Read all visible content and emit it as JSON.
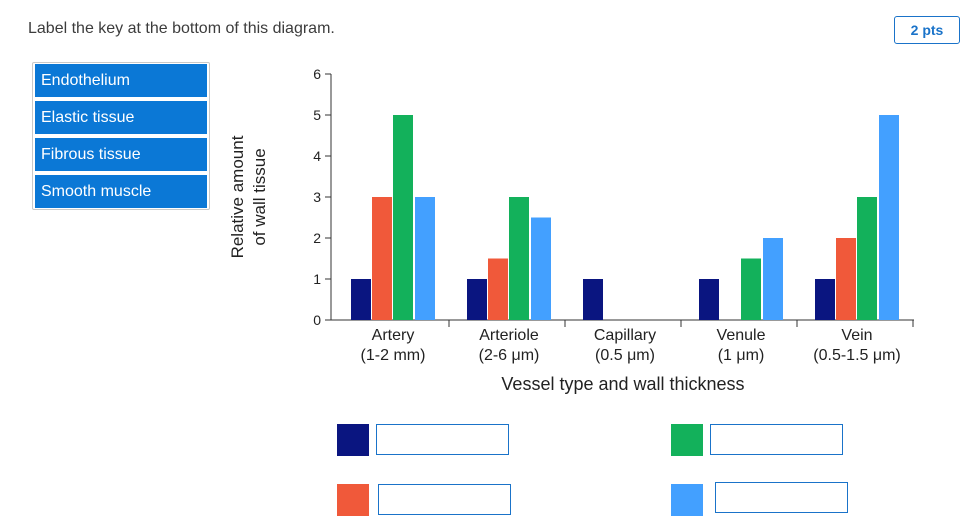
{
  "question": "Label the key at the bottom of this diagram.",
  "points": "2 pts",
  "labels": [
    "Endothelium",
    "Elastic tissue",
    "Fibrous tissue",
    "Smooth muscle"
  ],
  "colors": {
    "navy": "#0a1580",
    "red": "#f0593a",
    "green": "#13b15b",
    "blue": "#43a0ff",
    "accent": "#0b78d6"
  },
  "chart_data": {
    "type": "bar",
    "xlabel": "Vessel type and wall thickness",
    "ylabel": [
      "Relative amount",
      "of wall tissue"
    ],
    "ylim": [
      0,
      6
    ],
    "yticks": [
      0,
      1,
      2,
      3,
      4,
      5,
      6
    ],
    "grid": false,
    "categories": [
      {
        "name": "Artery",
        "sub": "(1-2 mm)"
      },
      {
        "name": "Arteriole",
        "sub": "(2-6 μm)"
      },
      {
        "name": "Capillary",
        "sub": "(0.5 μm)"
      },
      {
        "name": "Venule",
        "sub": "(1 μm)"
      },
      {
        "name": "Vein",
        "sub": "(0.5-1.5 μm)"
      }
    ],
    "series": [
      {
        "color": "#0a1580",
        "values": [
          1,
          1,
          1,
          1,
          1
        ]
      },
      {
        "color": "#f0593a",
        "values": [
          3,
          1.5,
          0,
          0,
          2
        ]
      },
      {
        "color": "#13b15b",
        "values": [
          5,
          3,
          0,
          1.5,
          3
        ]
      },
      {
        "color": "#43a0ff",
        "values": [
          3,
          2.5,
          0,
          2,
          5
        ]
      }
    ]
  },
  "key": [
    {
      "color": "#0a1580",
      "value": ""
    },
    {
      "color": "#13b15b",
      "value": ""
    },
    {
      "color": "#f0593a",
      "value": ""
    },
    {
      "color": "#43a0ff",
      "value": ""
    }
  ]
}
